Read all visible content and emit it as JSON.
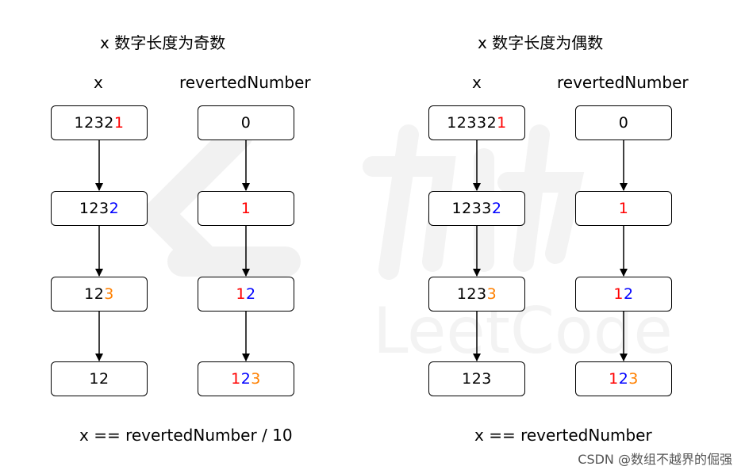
{
  "colors": {
    "red": "#ff0000",
    "blue": "#0000ff",
    "orange": "#ff8000",
    "black": "#000000"
  },
  "watermark": "CSDN @数组不越界的倔强",
  "panels": [
    {
      "title": "x 数字长度为奇数",
      "x_header": "x",
      "rev_header": "revertedNumber",
      "formula": "x == revertedNumber / 10",
      "x_boxes": [
        [
          {
            "t": "1232",
            "c": "black"
          },
          {
            "t": "1",
            "c": "red"
          }
        ],
        [
          {
            "t": "123",
            "c": "black"
          },
          {
            "t": "2",
            "c": "blue"
          }
        ],
        [
          {
            "t": "12",
            "c": "black"
          },
          {
            "t": "3",
            "c": "orange"
          }
        ],
        [
          {
            "t": "12",
            "c": "black"
          }
        ]
      ],
      "rev_boxes": [
        [
          {
            "t": "0",
            "c": "black"
          }
        ],
        [
          {
            "t": "1",
            "c": "red"
          }
        ],
        [
          {
            "t": "1",
            "c": "red"
          },
          {
            "t": "2",
            "c": "blue"
          }
        ],
        [
          {
            "t": "1",
            "c": "red"
          },
          {
            "t": "2",
            "c": "blue"
          },
          {
            "t": "3",
            "c": "orange"
          }
        ]
      ]
    },
    {
      "title": "x 数字长度为偶数",
      "x_header": "x",
      "rev_header": "revertedNumber",
      "formula": "x == revertedNumber",
      "x_boxes": [
        [
          {
            "t": "12332",
            "c": "black"
          },
          {
            "t": "1",
            "c": "red"
          }
        ],
        [
          {
            "t": "1233",
            "c": "black"
          },
          {
            "t": "2",
            "c": "blue"
          }
        ],
        [
          {
            "t": "123",
            "c": "black"
          },
          {
            "t": "3",
            "c": "orange"
          }
        ],
        [
          {
            "t": "123",
            "c": "black"
          }
        ]
      ],
      "rev_boxes": [
        [
          {
            "t": "0",
            "c": "black"
          }
        ],
        [
          {
            "t": "1",
            "c": "red"
          }
        ],
        [
          {
            "t": "1",
            "c": "red"
          },
          {
            "t": "2",
            "c": "blue"
          }
        ],
        [
          {
            "t": "1",
            "c": "red"
          },
          {
            "t": "2",
            "c": "blue"
          },
          {
            "t": "3",
            "c": "orange"
          }
        ]
      ]
    }
  ]
}
